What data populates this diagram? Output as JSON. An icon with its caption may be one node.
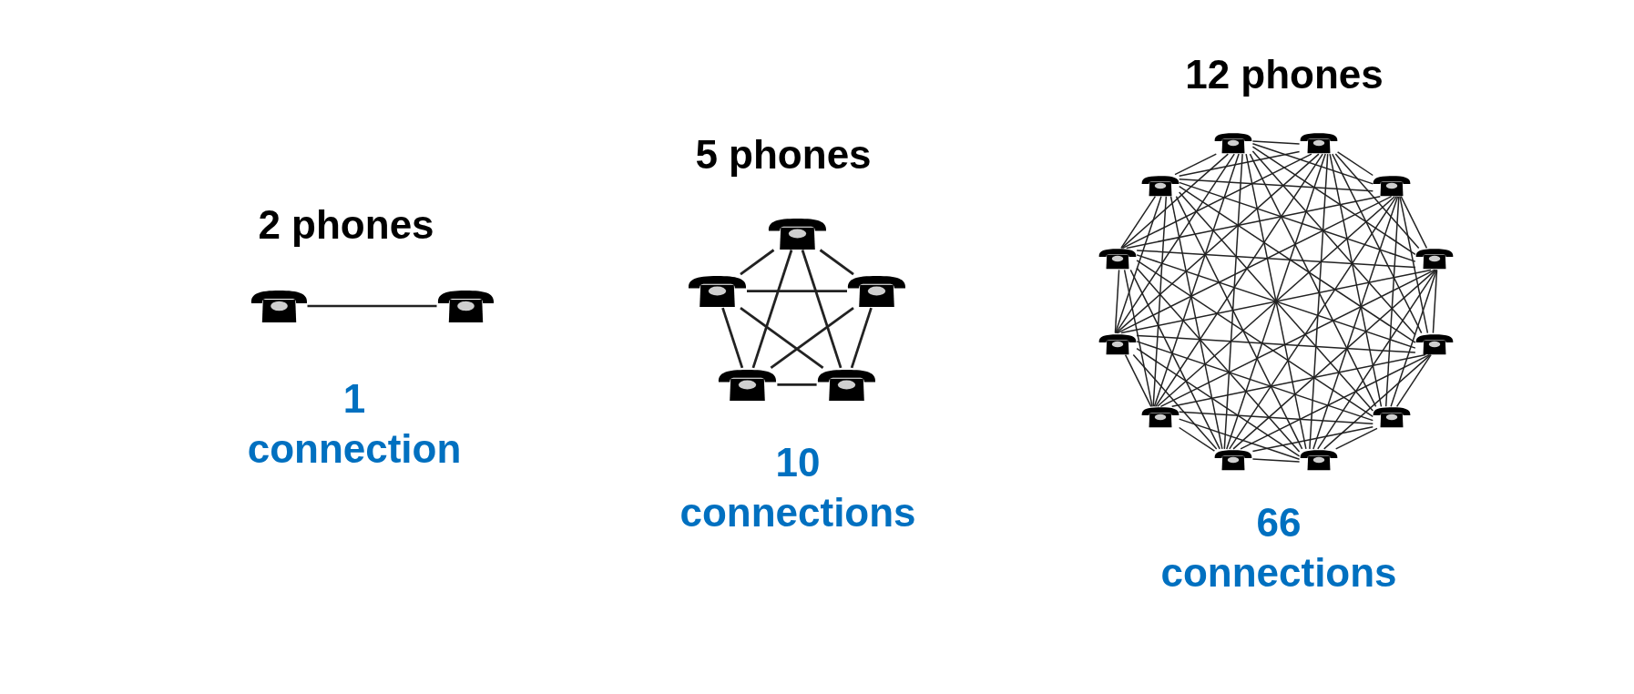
{
  "diagram": {
    "nodes": [
      {
        "text": [],
        "shape": "phone"
      },
      {
        "text": [],
        "shape": "phone"
      },
      {
        "text": [],
        "shape": "phone"
      },
      {
        "text": [],
        "shape": "phone"
      },
      {
        "text": [],
        "shape": "phone"
      },
      {
        "text": [],
        "shape": "phone"
      },
      {
        "text": [],
        "shape": "phone"
      },
      {
        "text": [],
        "shape": "phone"
      },
      {
        "text": [],
        "shape": "phone"
      },
      {
        "text": [],
        "shape": "phone"
      },
      {
        "text": [],
        "shape": "phone"
      },
      {
        "text": [],
        "shape": "phone"
      },
      {
        "text": [],
        "shape": "phone"
      },
      {
        "text": [],
        "shape": "phone"
      },
      {
        "text": [],
        "shape": "phone"
      },
      {
        "text": [],
        "shape": "phone"
      },
      {
        "text": [],
        "shape": "phone"
      },
      {
        "text": [],
        "shape": "phone"
      },
      {
        "text": [],
        "shape": "phone"
      }
    ],
    "edges": [
      {
        "from": 0,
        "to": 1,
        "arrow": "none"
      },
      {
        "from": 2,
        "to": 3,
        "arrow": "none"
      },
      {
        "from": 2,
        "to": 4,
        "arrow": "none"
      },
      {
        "from": 2,
        "to": 5,
        "arrow": "none"
      },
      {
        "from": 2,
        "to": 6,
        "arrow": "none"
      },
      {
        "from": 3,
        "to": 4,
        "arrow": "none"
      },
      {
        "from": 3,
        "to": 5,
        "arrow": "none"
      },
      {
        "from": 3,
        "to": 6,
        "arrow": "none"
      },
      {
        "from": 4,
        "to": 5,
        "arrow": "none"
      },
      {
        "from": 4,
        "to": 6,
        "arrow": "none"
      },
      {
        "from": 5,
        "to": 6,
        "arrow": "none"
      },
      {
        "from": 7,
        "to": 8,
        "arrow": "none"
      },
      {
        "from": 7,
        "to": 9,
        "arrow": "none"
      },
      {
        "from": 7,
        "to": 10,
        "arrow": "none"
      },
      {
        "from": 7,
        "to": 11,
        "arrow": "none"
      },
      {
        "from": 7,
        "to": 12,
        "arrow": "none"
      },
      {
        "from": 7,
        "to": 13,
        "arrow": "none"
      },
      {
        "from": 7,
        "to": 14,
        "arrow": "none"
      },
      {
        "from": 7,
        "to": 15,
        "arrow": "none"
      },
      {
        "from": 7,
        "to": 16,
        "arrow": "none"
      },
      {
        "from": 7,
        "to": 17,
        "arrow": "none"
      },
      {
        "from": 7,
        "to": 18,
        "arrow": "none"
      },
      {
        "from": 8,
        "to": 9,
        "arrow": "none"
      },
      {
        "from": 8,
        "to": 10,
        "arrow": "none"
      },
      {
        "from": 8,
        "to": 11,
        "arrow": "none"
      },
      {
        "from": 8,
        "to": 12,
        "arrow": "none"
      },
      {
        "from": 8,
        "to": 13,
        "arrow": "none"
      },
      {
        "from": 8,
        "to": 14,
        "arrow": "none"
      },
      {
        "from": 8,
        "to": 15,
        "arrow": "none"
      },
      {
        "from": 8,
        "to": 16,
        "arrow": "none"
      },
      {
        "from": 8,
        "to": 17,
        "arrow": "none"
      },
      {
        "from": 8,
        "to": 18,
        "arrow": "none"
      },
      {
        "from": 9,
        "to": 10,
        "arrow": "none"
      },
      {
        "from": 9,
        "to": 11,
        "arrow": "none"
      },
      {
        "from": 9,
        "to": 12,
        "arrow": "none"
      },
      {
        "from": 9,
        "to": 13,
        "arrow": "none"
      },
      {
        "from": 9,
        "to": 14,
        "arrow": "none"
      },
      {
        "from": 9,
        "to": 15,
        "arrow": "none"
      },
      {
        "from": 9,
        "to": 16,
        "arrow": "none"
      },
      {
        "from": 9,
        "to": 17,
        "arrow": "none"
      },
      {
        "from": 9,
        "to": 18,
        "arrow": "none"
      },
      {
        "from": 10,
        "to": 11,
        "arrow": "none"
      },
      {
        "from": 10,
        "to": 12,
        "arrow": "none"
      },
      {
        "from": 10,
        "to": 13,
        "arrow": "none"
      },
      {
        "from": 10,
        "to": 14,
        "arrow": "none"
      },
      {
        "from": 10,
        "to": 15,
        "arrow": "none"
      },
      {
        "from": 10,
        "to": 16,
        "arrow": "none"
      },
      {
        "from": 10,
        "to": 17,
        "arrow": "none"
      },
      {
        "from": 10,
        "to": 18,
        "arrow": "none"
      },
      {
        "from": 11,
        "to": 12,
        "arrow": "none"
      },
      {
        "from": 11,
        "to": 13,
        "arrow": "none"
      },
      {
        "from": 11,
        "to": 14,
        "arrow": "none"
      },
      {
        "from": 11,
        "to": 15,
        "arrow": "none"
      },
      {
        "from": 11,
        "to": 16,
        "arrow": "none"
      },
      {
        "from": 11,
        "to": 17,
        "arrow": "none"
      },
      {
        "from": 11,
        "to": 18,
        "arrow": "none"
      },
      {
        "from": 12,
        "to": 13,
        "arrow": "none"
      },
      {
        "from": 12,
        "to": 14,
        "arrow": "none"
      },
      {
        "from": 12,
        "to": 15,
        "arrow": "none"
      },
      {
        "from": 12,
        "to": 16,
        "arrow": "none"
      },
      {
        "from": 12,
        "to": 17,
        "arrow": "none"
      },
      {
        "from": 12,
        "to": 18,
        "arrow": "none"
      },
      {
        "from": 13,
        "to": 14,
        "arrow": "none"
      },
      {
        "from": 13,
        "to": 15,
        "arrow": "none"
      },
      {
        "from": 13,
        "to": 16,
        "arrow": "none"
      },
      {
        "from": 13,
        "to": 17,
        "arrow": "none"
      },
      {
        "from": 13,
        "to": 18,
        "arrow": "none"
      },
      {
        "from": 14,
        "to": 15,
        "arrow": "none"
      },
      {
        "from": 14,
        "to": 16,
        "arrow": "none"
      },
      {
        "from": 14,
        "to": 17,
        "arrow": "none"
      },
      {
        "from": 14,
        "to": 18,
        "arrow": "none"
      },
      {
        "from": 15,
        "to": 16,
        "arrow": "none"
      },
      {
        "from": 15,
        "to": 17,
        "arrow": "none"
      },
      {
        "from": 15,
        "to": 18,
        "arrow": "none"
      },
      {
        "from": 16,
        "to": 17,
        "arrow": "none"
      },
      {
        "from": 16,
        "to": 18,
        "arrow": "none"
      },
      {
        "from": 17,
        "to": 18,
        "arrow": "none"
      }
    ],
    "labels": [
      "2 phones",
      "1 connection",
      "5 phones",
      "10 connections",
      "12 phones",
      "66 connections"
    ]
  }
}
